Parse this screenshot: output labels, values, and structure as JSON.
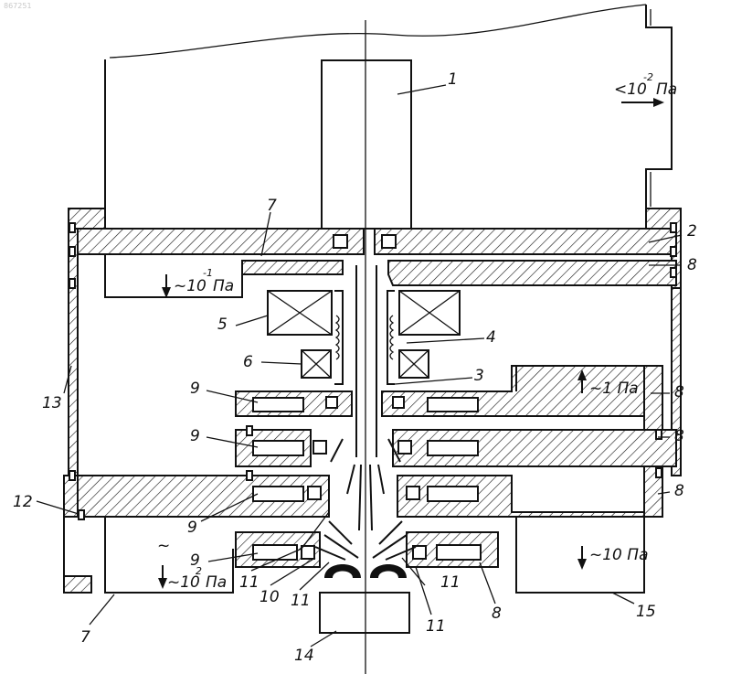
{
  "watermark": "867251",
  "labels": {
    "l1": "1",
    "l2": "2",
    "l3": "3",
    "l4": "4",
    "l5": "5",
    "l6": "6",
    "l7a": "7",
    "l7b": "7",
    "l8a": "8",
    "l8b": "8",
    "l8c": "8",
    "l8d": "8",
    "l8e": "8",
    "l9a": "9",
    "l9b": "9",
    "l9c": "9",
    "l9d": "9",
    "l10": "10",
    "l11a": "11",
    "l11b": "11",
    "l11c": "11",
    "l11d": "11",
    "l12": "12",
    "l13": "13",
    "l14": "14",
    "l15": "15"
  },
  "pressures": {
    "p_top_prefix": "<10",
    "p_top_exp": "-2",
    "p_top_unit": "Па",
    "p_1_prefix": "~10",
    "p_1_exp": "-1",
    "p_1_unit": "Па",
    "p_2": "~1 Па",
    "p_3": "~10 Па",
    "p_4_tilde": "~",
    "p_4_prefix": "~10",
    "p_4_exp": "2",
    "p_4_unit": "Па"
  }
}
